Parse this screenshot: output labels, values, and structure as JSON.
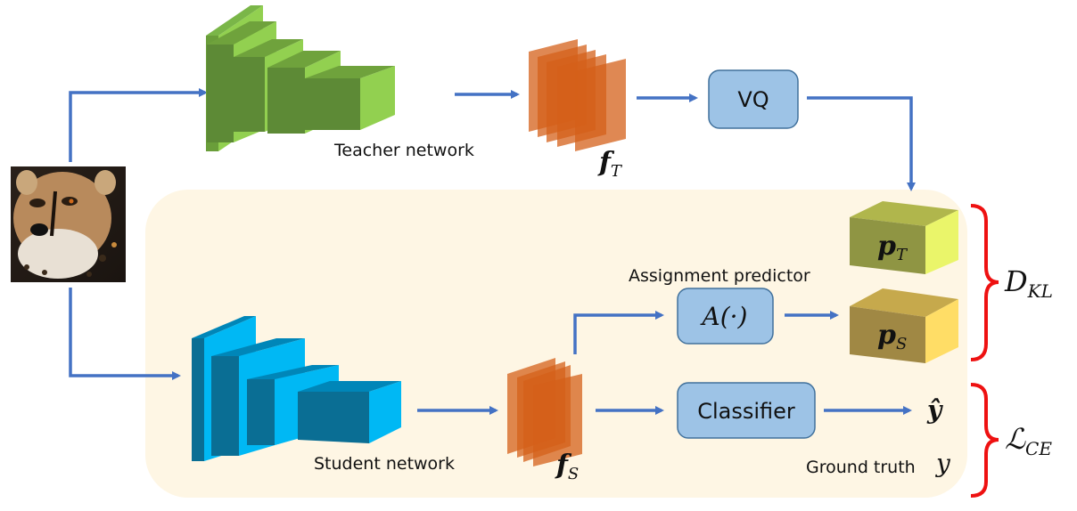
{
  "figure": {
    "input_image": {
      "description": "cheetah photo",
      "icon": "cheetah-image"
    },
    "teacher": {
      "label": "Teacher network",
      "feature_label": "f",
      "feature_sub": "T"
    },
    "vq": {
      "label": "VQ"
    },
    "student": {
      "label": "Student network",
      "feature_label": "f",
      "feature_sub": "S"
    },
    "assignment_predictor": {
      "caption": "Assignment predictor",
      "label": "A(·)"
    },
    "classifier": {
      "label": "Classifier"
    },
    "p_teacher": {
      "label": "p",
      "sub": "T"
    },
    "p_student": {
      "label": "p",
      "sub": "S"
    },
    "y_hat": {
      "label": "ŷ"
    },
    "ground_truth": {
      "caption": "Ground truth",
      "label": "y"
    },
    "kl_loss": {
      "label": "D",
      "sub": "KL"
    },
    "ce_loss": {
      "label": "ℒ",
      "sub": "CE"
    }
  },
  "colors": {
    "arrow": "#4472c4",
    "teacher_light": "#92d050",
    "teacher_dark": "#5d8a36",
    "teacher_mid": "#6fa23c",
    "student_light": "#00b8f4",
    "student_dark": "#0a6e94",
    "student_mid": "#0086b8",
    "feature": "#d4601a",
    "box_fill": "#9dc3e6",
    "box_stroke": "#41719c",
    "panel": "#fef6e4",
    "brace": "#ee1111",
    "pT_front": "#8f9543",
    "pT_top": "#b0b64c",
    "pT_side": "#eaf56a",
    "pS_front": "#a08844",
    "pS_top": "#c6a94c",
    "pS_side": "#ffdd66"
  }
}
